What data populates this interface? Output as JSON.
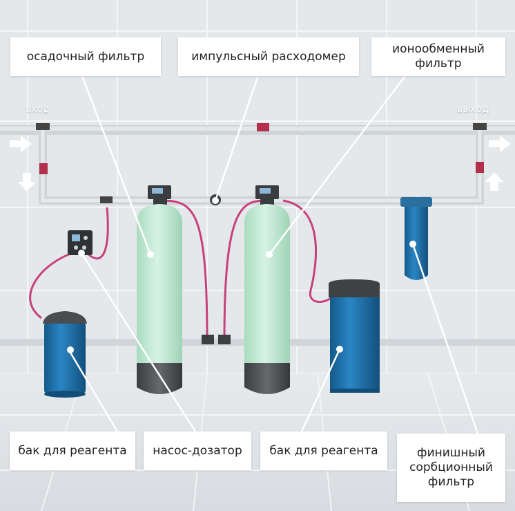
{
  "labels": {
    "sediment_filter": "осадочный фильтр",
    "pulse_flowmeter": "импульсный расходомер",
    "ion_exchange_filter": [
      "ионообменный",
      "фильтр"
    ],
    "reagent_tank_left": "бак для реагента",
    "dosing_pump": "насос-дозатор",
    "reagent_tank_right": "бак для реагента",
    "final_sorption_filter": [
      "финишный",
      "сорбционный",
      "фильтр"
    ]
  },
  "pipe_tags": {
    "inlet": "вход",
    "outlet": "выход"
  },
  "colors": {
    "wall": "#e6e9ec",
    "tile_grout": "#f3f5f7",
    "pipe": "#d7dbde",
    "tank_green": "#bfe8d2",
    "tank_base": "#4a4d50",
    "blue_vessel": "#1b6da6",
    "reagent_hose": "#c8417a",
    "callout_line": "#ffffff",
    "label_bg": "#ffffff",
    "arrow": "#ffffff"
  }
}
